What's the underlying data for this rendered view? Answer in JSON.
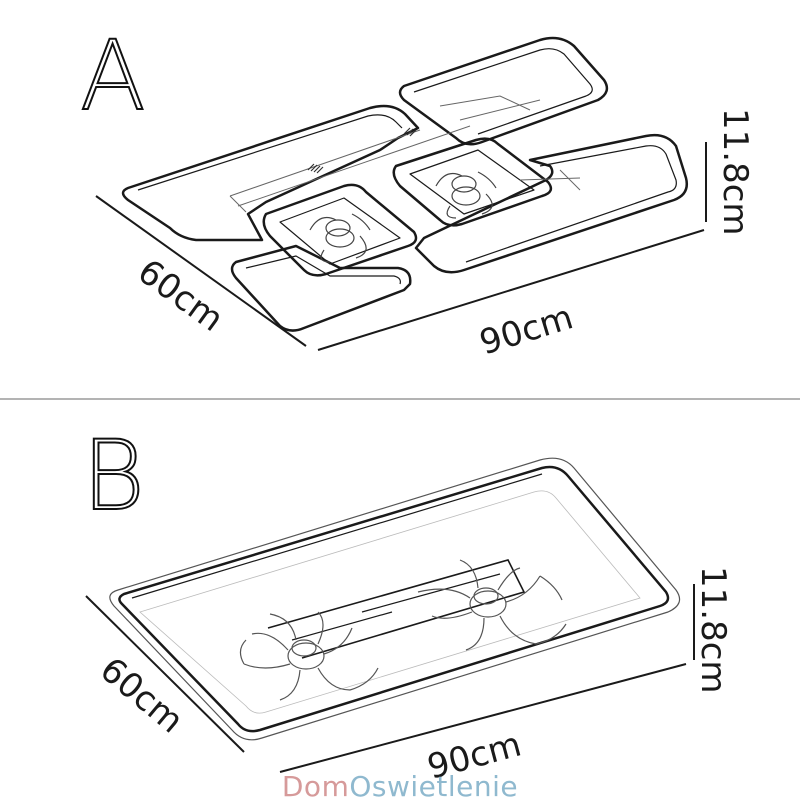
{
  "figure": {
    "type": "product dimension diagram",
    "divider_color": "#9a9a9a",
    "line_color": "#1a1a1a"
  },
  "variant_a": {
    "label": "A",
    "description": "Four interlocking rounded rectangle frames with two ceiling fans",
    "dimensions": {
      "depth": "60cm",
      "width": "90cm",
      "height": "11.8cm"
    }
  },
  "variant_b": {
    "label": "B",
    "description": "Single rounded rectangle panel with two ceiling fans",
    "dimensions": {
      "depth": "60cm",
      "width": "90cm",
      "height": "11.8cm"
    }
  },
  "watermark": {
    "part1": "Dom",
    "part2": "Oswietlenie",
    "color1": "#d69a9a",
    "color2": "#8fb9cf"
  }
}
